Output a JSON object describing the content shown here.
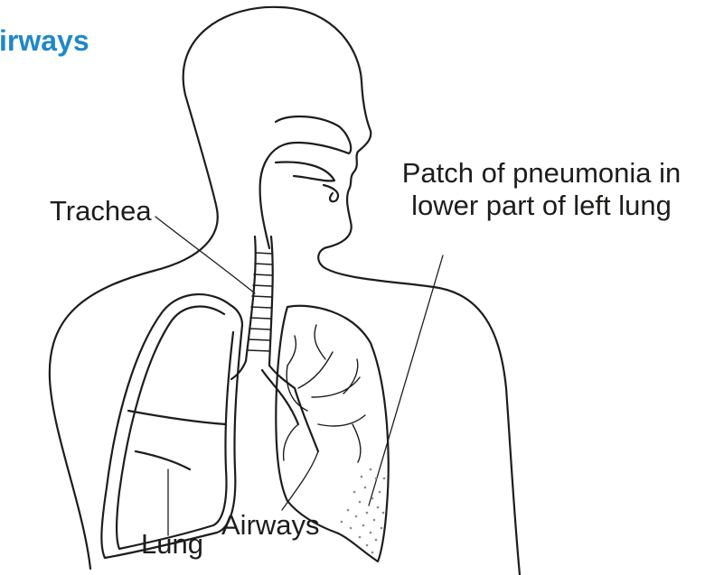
{
  "title": "irways",
  "labels": {
    "trachea": "Trachea",
    "patch_line1": "Patch of pneumonia in",
    "patch_line2": "lower part of left lung",
    "airways": "Airways",
    "lung": "Lung"
  },
  "colors": {
    "title": "#1e88c9",
    "line": "#1d1d1b",
    "pneumonia_patch": "#8a8a8a"
  }
}
